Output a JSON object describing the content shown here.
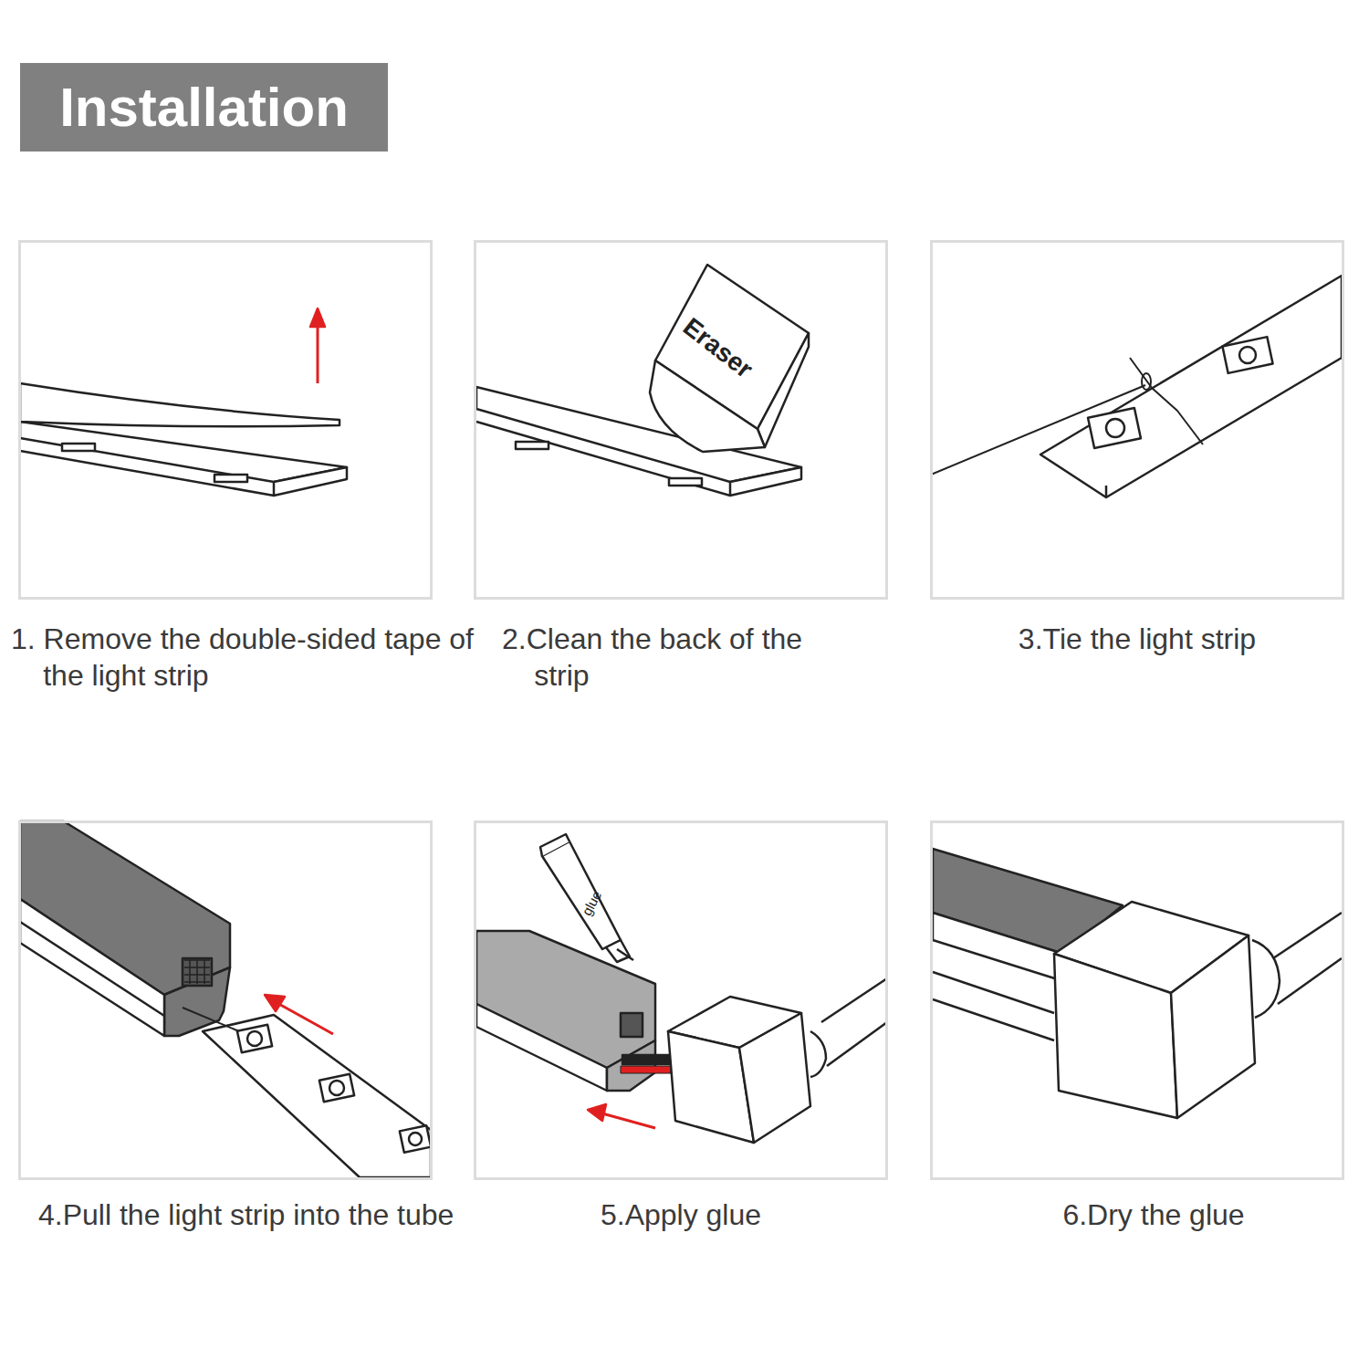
{
  "diagram": {
    "title": "Installation",
    "nodes": [
      {
        "text": [
          "1. Remove the double-sided tape of the light strip"
        ]
      },
      {
        "text": [
          "2.Clean the back of the strip"
        ]
      },
      {
        "text": [
          "3.Tie the light strip"
        ]
      },
      {
        "text": [
          "4.Pull the light strip into the tube"
        ]
      },
      {
        "text": [
          "5.Apply glue"
        ]
      },
      {
        "text": [
          "6.Dry the glue"
        ]
      }
    ],
    "labels": [
      "Eraser",
      "glue"
    ]
  }
}
